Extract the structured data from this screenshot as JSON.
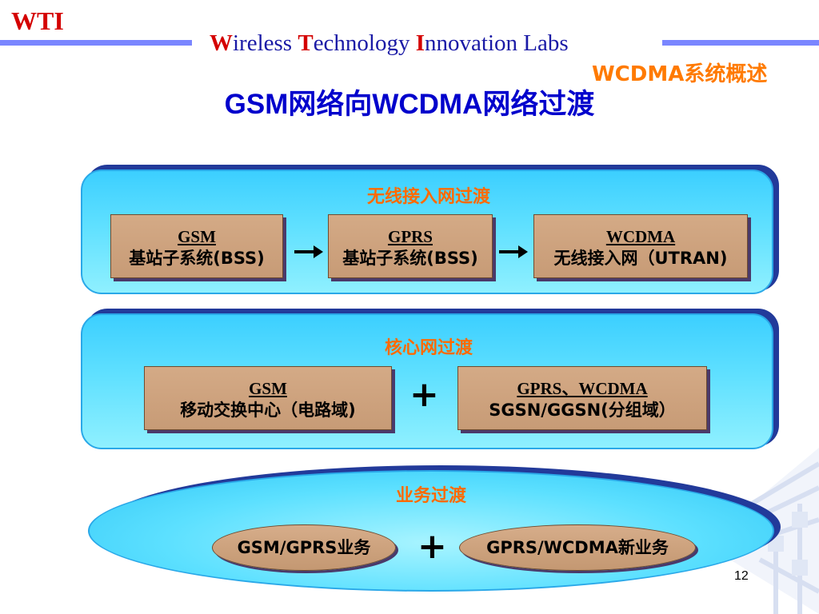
{
  "header": {
    "logo": "WTI",
    "lab_w": "W",
    "lab_w_rest": "ireless ",
    "lab_t": "T",
    "lab_t_rest": "echnology ",
    "lab_i": "I",
    "lab_i_rest": "nnovation Labs",
    "section": "WCDMA系统概述"
  },
  "slide": {
    "title": "GSM网络向WCDMA网络过渡",
    "page_number": "12"
  },
  "ran_panel": {
    "label": "无线接入网过渡",
    "boxes": [
      {
        "title": "GSM",
        "subtitle": "基站子系统(BSS)"
      },
      {
        "title": "GPRS",
        "subtitle": "基站子系统(BSS)"
      },
      {
        "title": "WCDMA",
        "subtitle": "无线接入网（UTRAN)"
      }
    ]
  },
  "core_panel": {
    "label": "核心网过渡",
    "boxes": [
      {
        "title": "GSM",
        "subtitle": "移动交换中心（电路域)"
      },
      {
        "title": "GPRS、WCDMA",
        "subtitle": "SGSN/GGSN(分组域）"
      }
    ],
    "plus": "+"
  },
  "service_panel": {
    "label": "业务过渡",
    "pills": [
      "GSM/GPRS业务",
      "GPRS/WCDMA新业务"
    ],
    "plus": "+"
  },
  "colors": {
    "logo_red": "#d40000",
    "lab_blue": "#1a1aa6",
    "section_orange": "#ff7a00",
    "title_blue": "#0000cc",
    "panel_cyan": "#5fe0ff",
    "box_tan": "#c79b76"
  }
}
